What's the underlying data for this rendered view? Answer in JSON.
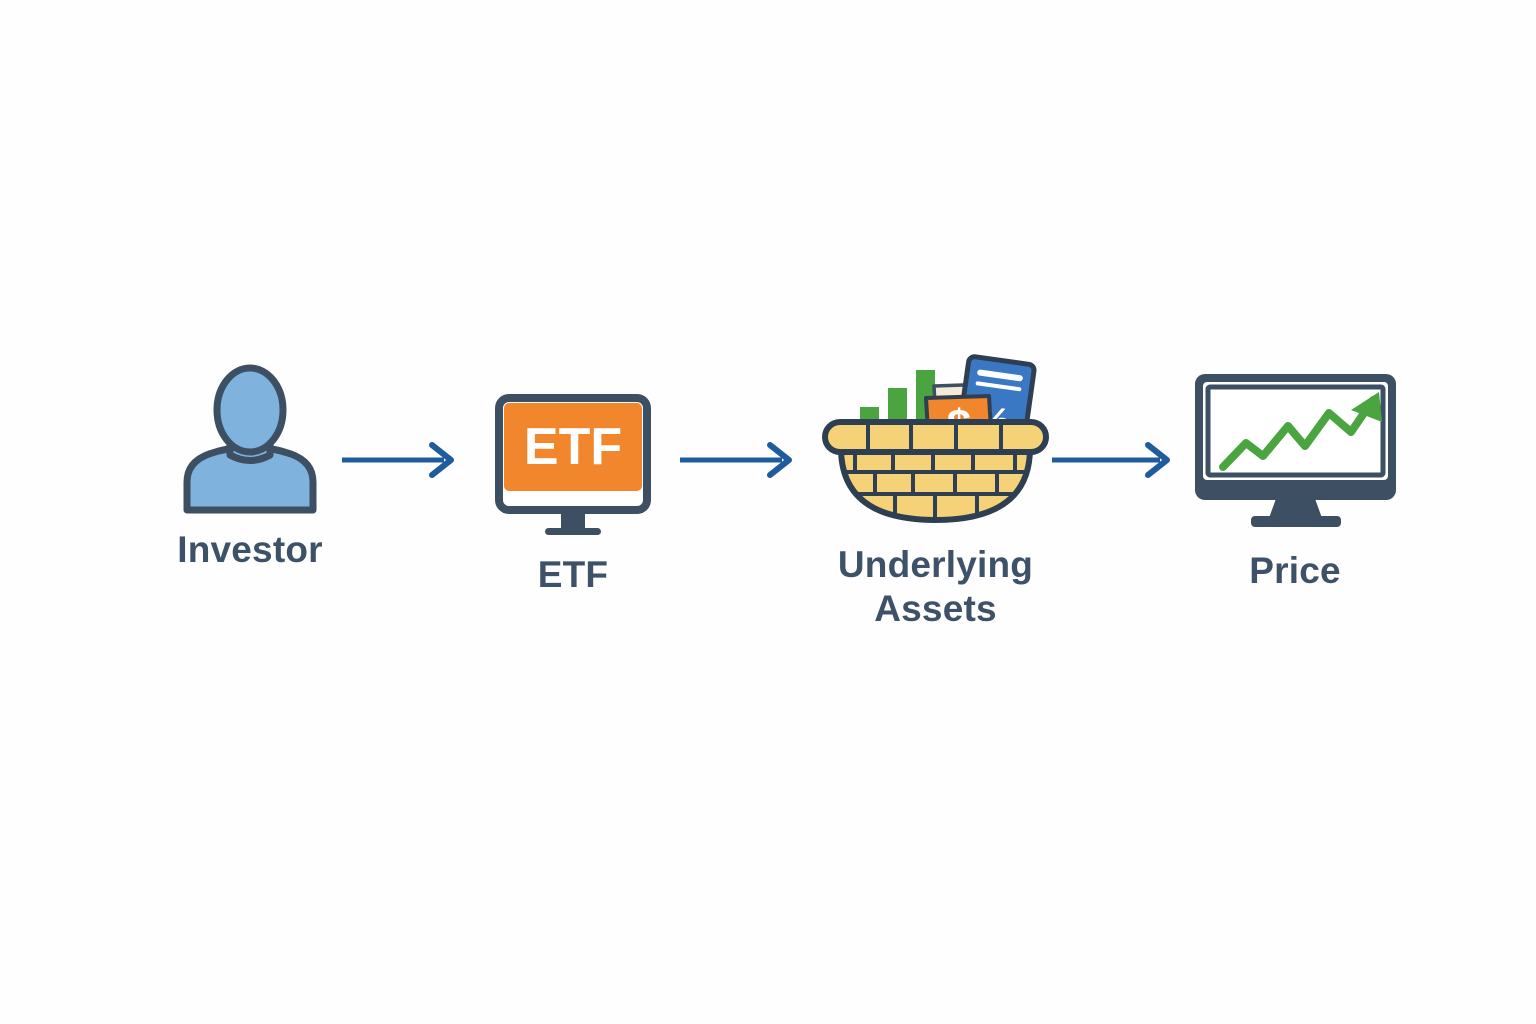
{
  "diagram": {
    "type": "flow",
    "title": "",
    "background_color": "#fefefe",
    "direction": "left-to-right",
    "palette": {
      "label_text": "#3d5268",
      "outline": "#3d4f63",
      "arrow": "#1f5c9e",
      "etf_orange": "#f1862c",
      "investor_blue": "#7fb3dd",
      "basket_yellow": "#f5d277",
      "basket_yellow_dark": "#ebc263",
      "chart_green": "#4aa541",
      "card_blue": "#3b78c4",
      "card_cream": "#f5ead5",
      "screen_white": "#ffffff"
    },
    "nodes": [
      {
        "id": "investor",
        "label": "Investor",
        "icon": "person-avatar-icon",
        "icon_colors": [
          "#7fb3dd",
          "#3d4f63"
        ]
      },
      {
        "id": "etf",
        "label": "ETF",
        "icon": "monitor-etf-icon",
        "screen_text": "ETF",
        "icon_colors": [
          "#f1862c",
          "#3d4f63",
          "#ffffff"
        ]
      },
      {
        "id": "underlying-assets",
        "label": "Underlying\nAssets",
        "icon": "basket-of-assets-icon",
        "contents": [
          {
            "item": "bar-chart-green",
            "bars": 3
          },
          {
            "item": "document-card-cream"
          },
          {
            "item": "dollar-card-orange",
            "symbol": "$"
          },
          {
            "item": "percent-card-blue",
            "symbol": "%"
          }
        ],
        "icon_colors": [
          "#f5d277",
          "#3d4f63",
          "#4aa541",
          "#f1862c",
          "#3b78c4"
        ]
      },
      {
        "id": "price",
        "label": "Price",
        "icon": "monitor-uptrend-chart-icon",
        "chart": {
          "type": "line",
          "trend": "upward",
          "color": "#4aa541",
          "arrowhead": true
        },
        "icon_colors": [
          "#3d4f63",
          "#ffffff",
          "#4aa541"
        ]
      }
    ],
    "arrows": [
      {
        "id": "arrow-investor-etf",
        "from": "investor",
        "to": "etf",
        "color": "#1f5c9e"
      },
      {
        "id": "arrow-etf-assets",
        "from": "etf",
        "to": "underlying-assets",
        "color": "#1f5c9e"
      },
      {
        "id": "arrow-assets-price",
        "from": "underlying-assets",
        "to": "price",
        "color": "#1f5c9e"
      }
    ]
  }
}
